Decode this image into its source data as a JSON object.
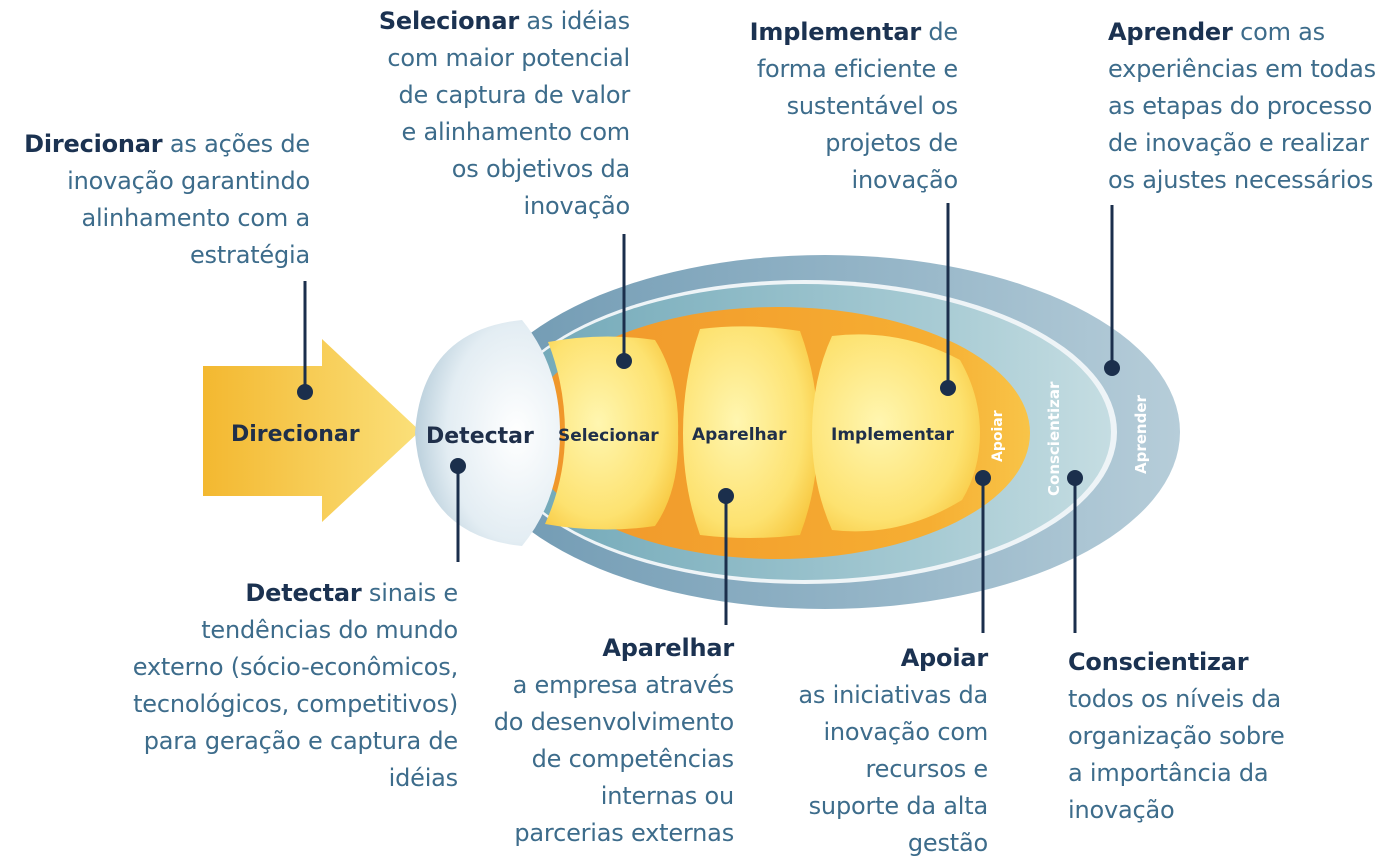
{
  "stages": {
    "direcionar": "Direcionar",
    "detectar": "Detectar",
    "selecionar": "Selecionar",
    "aparelhar": "Aparelhar",
    "implementar": "Implementar",
    "apoiar": "Apoiar",
    "conscientizar": "Conscientizar",
    "aprender": "Aprender"
  },
  "notes": {
    "direcionar": {
      "title": "Direcionar",
      "rest": " as ações de",
      "lines": [
        "inovação garantindo",
        "alinhamento com a",
        "estratégia"
      ]
    },
    "selecionar": {
      "title": "Selecionar",
      "rest": " as idéias",
      "lines": [
        "com maior potencial",
        "de captura de valor",
        "e alinhamento com",
        "os objetivos da",
        "inovação"
      ]
    },
    "implementar": {
      "title": "Implementar",
      "rest": " de",
      "lines": [
        "forma eficiente e",
        "sustentável os",
        "projetos de",
        "inovação"
      ]
    },
    "aprender": {
      "title": "Aprender",
      "rest": " com as",
      "lines": [
        "experiências em todas",
        "as etapas do processo",
        "de inovação e realizar",
        "os ajustes necessários"
      ]
    },
    "detectar": {
      "title": "Detectar",
      "rest": " sinais e",
      "lines": [
        "tendências do mundo",
        "externo (sócio-econômicos,",
        "tecnológicos, competitivos)",
        "para geração e captura de",
        "idéias"
      ]
    },
    "aparelhar": {
      "title": "Aparelhar",
      "lines": [
        "a empresa através",
        "do desenvolvimento",
        "de competências",
        "internas ou",
        "parcerias externas"
      ]
    },
    "apoiar": {
      "title": "Apoiar",
      "lines": [
        "as iniciativas da",
        "inovação com",
        "recursos e",
        "suporte da alta",
        "gestão"
      ]
    },
    "conscientizar": {
      "title": "Conscientizar",
      "lines": [
        "todos os níveis da",
        "organização sobre",
        "a importância da",
        "inovação"
      ]
    }
  }
}
